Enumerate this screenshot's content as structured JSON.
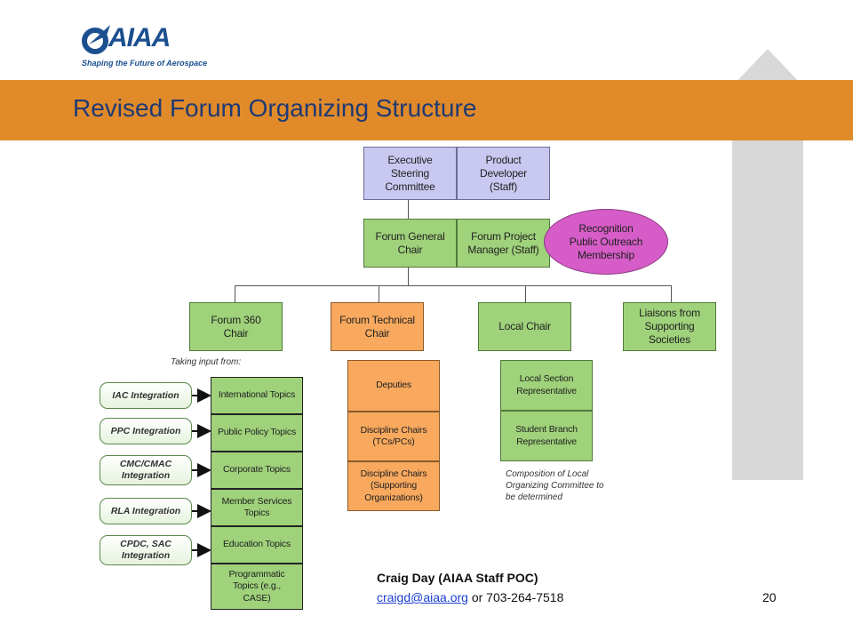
{
  "logo": {
    "text": "AIAA",
    "tagline": "Shaping the Future of Aerospace"
  },
  "title": "Revised Forum Organizing Structure",
  "colors": {
    "banner": "#e08a2a",
    "arrow": "#d8d8d8",
    "logo_blue": "#1b4f8f",
    "lavender": "#c9c8f0",
    "green": "#9fd27a",
    "orange": "#f8a95e",
    "magenta": "#d65cc7"
  },
  "chart": {
    "top_left": "Executive\nSteering\nCommittee",
    "top_right": "Product\nDeveloper\n(Staff)",
    "mid_left": "Forum General\nChair",
    "mid_right": "Forum Project\nManager (Staff)",
    "ellipse": "Recognition\nPublic Outreach\nMembership",
    "forum360": "Forum 360\nChair",
    "tech_chair": "Forum Technical\nChair",
    "local_chair": "Local Chair",
    "liaisons": "Liaisons from\nSupporting\nSocieties",
    "taking_input": "Taking input from:",
    "topics": [
      "International Topics",
      "Public Policy Topics",
      "Corporate Topics",
      "Member Services\nTopics",
      "Education Topics",
      "Programmatic\nTopics (e.g.,\nCASE)"
    ],
    "integrations": [
      "IAC Integration",
      "PPC Integration",
      "CMC/CMAC\nIntegration",
      "RLA Integration",
      "CPDC, SAC\nIntegration"
    ],
    "tech_items": [
      "Deputies",
      "Discipline Chairs\n(TCs/PCs)",
      "Discipline Chairs\n(Supporting\nOrganizations)"
    ],
    "local_items": [
      "Local Section\nRepresentative",
      "Student Branch\nRepresentative"
    ],
    "local_note": "Composition of Local\nOrganizing Committee to\nbe determined"
  },
  "footer": {
    "contact": "Craig Day (AIAA Staff POC)",
    "email": "craigd@aiaa.org",
    "phone_text": " or 703-264-7518",
    "page": "20"
  }
}
